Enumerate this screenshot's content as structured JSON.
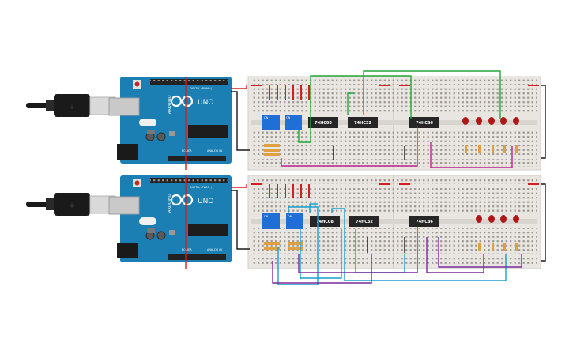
{
  "colors": {
    "arduino": "#1b7fb3",
    "arduino_dark": "#0f5f88",
    "breadboard": "#e9e6e2",
    "hole": "#8a8580",
    "rail_red": "#d22424",
    "rail_blue": "#2b4fbf",
    "wire_green": "#27a63a",
    "wire_magenta": "#c0208f",
    "wire_cyan": "#1a9fd0",
    "wire_purple": "#7a2c9c",
    "wire_black": "#1a1a1a",
    "wire_red": "#d21f1f",
    "led": "#b01616",
    "chip": "#262626",
    "dip": "#1f6fd6"
  },
  "icons": {
    "usb_cable": "usb-cable-icon",
    "arduino_logo": "arduino-infinity-logo-icon"
  },
  "circuits": [
    {
      "board": {
        "model": "UNO",
        "brand": "ARDUINO",
        "power_header": "POWER",
        "analog_header": "ANALOG IN",
        "digital_header": "DIGITAL (PWM~)"
      },
      "chips": [
        "74HC08",
        "74HC32",
        "74HC86"
      ],
      "dip_label": "ON",
      "led_count": 5
    },
    {
      "board": {
        "model": "UNO",
        "brand": "ARDUINO",
        "power_header": "POWER",
        "analog_header": "ANALOG IN",
        "digital_header": "DIGITAL (PWM~)"
      },
      "chips": [
        "74HC08",
        "74HC32",
        "74HC86"
      ],
      "dip_label": "ON",
      "led_count": 4
    }
  ]
}
